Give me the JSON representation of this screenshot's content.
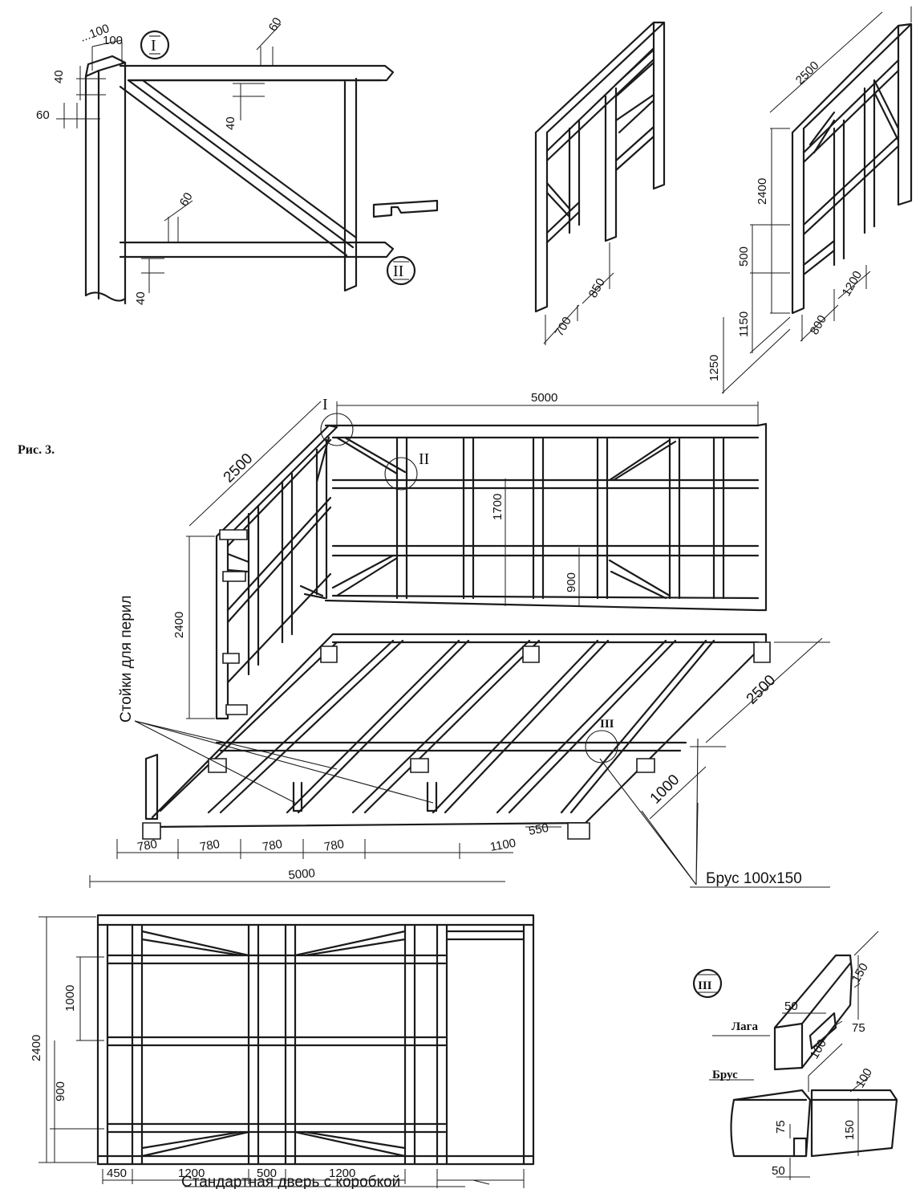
{
  "figure": {
    "caption": "Рис. 3."
  },
  "detail_I": {
    "marker": "I",
    "dims": {
      "w100": "100",
      "h40": "40",
      "w60": "60",
      "d60": "60",
      "d40": "40"
    },
    "cut": "...100"
  },
  "detail_II": {
    "marker": "II",
    "dims": {
      "d60": "60",
      "d40": "40"
    }
  },
  "detail_III": {
    "marker": "III",
    "dims": {
      "d150": "150",
      "d50": "50",
      "d75": "75",
      "d100": "100",
      "b100": "100",
      "b75": "75",
      "b150": "150",
      "b50": "50"
    },
    "label_laga": "Лага",
    "label_brus": "Брус"
  },
  "wall_door": {
    "dims": {
      "w700": "700",
      "w850": "850"
    }
  },
  "wall_window": {
    "dims": {
      "len2500": "2500",
      "h2400": "2400",
      "h500": "500",
      "h1150": "1150",
      "h1250": "1250",
      "w800": "800",
      "w1200": "1200"
    }
  },
  "assembly": {
    "dims": {
      "len5000_top": "5000",
      "len2500_side": "2500",
      "h1700": "1700",
      "h900": "900",
      "h2400": "2400",
      "floor2500": "2500",
      "floor1000": "1000",
      "s780a": "780",
      "s780b": "780",
      "s780c": "780",
      "s780d": "780",
      "s1100": "1100",
      "s550": "550",
      "total5000": "5000"
    },
    "marker_I": "I",
    "marker_II": "II",
    "marker_III": "III",
    "label_posts": "Стойки для перил",
    "label_beam": "Брус 100х150"
  },
  "front_wall": {
    "dims": {
      "h2400": "2400",
      "h1000": "1000",
      "h900": "900",
      "w450": "450",
      "w1200a": "1200",
      "w500": "500",
      "w1200b": "1200"
    },
    "label_door": "Стандартная дверь с коробкой"
  }
}
